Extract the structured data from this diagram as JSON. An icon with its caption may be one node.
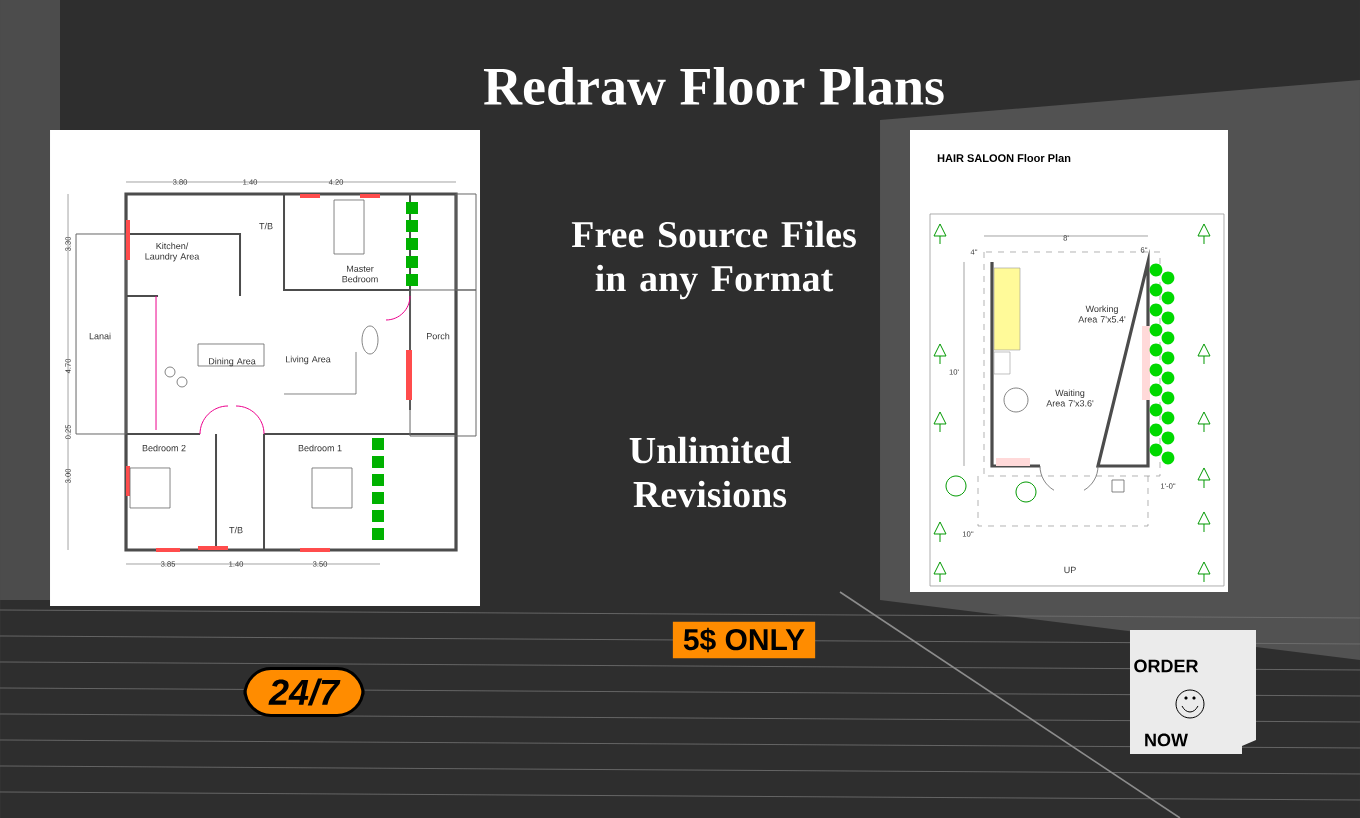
{
  "diagram": {
    "title": "Redraw Floor Plans",
    "labels": [
      "Free Source Files in any Format",
      "Unlimited Revisions",
      "5$ ONLY",
      "24/7",
      "ORDER",
      "NOW",
      "Kitchen/ Laundry Area",
      "Master Bedroom",
      "T/B",
      "Lanai",
      "Dining Area",
      "Living Area",
      "Porch",
      "Bedroom 2",
      "Bedroom 1",
      "T/B",
      "3.80",
      "1.40",
      "4.20",
      "3.30",
      "4.70",
      "0.25",
      "3.00",
      "3.85",
      "1.40",
      "3.50",
      "HAIR SALOON Floor Plan",
      "8'",
      "4''",
      "6''",
      "Working Area 7'x5.4'",
      "10'",
      "Waiting Area 7'x3.6'",
      "1'-0\"",
      "10''",
      "UP"
    ]
  }
}
